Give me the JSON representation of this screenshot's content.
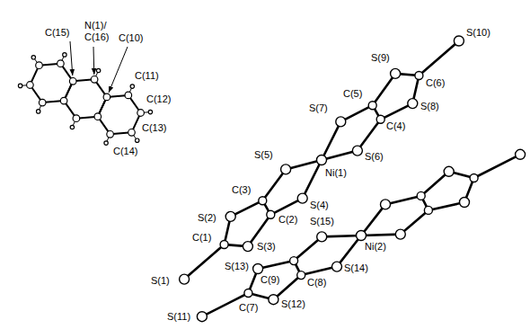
{
  "diagram": {
    "labels": [
      "C(15)",
      "N(1)/ C(16)",
      "C(10)",
      "C(11)",
      "C(12)",
      "C(13)",
      "C(14)",
      "S(10)",
      "S(9)",
      "C(6)",
      "S(8)",
      "C(5)",
      "C(4)",
      "S(7)",
      "S(6)",
      "Ni(1)",
      "S(5)",
      "S(4)",
      "C(3)",
      "C(2)",
      "S(2)",
      "S(3)",
      "C(1)",
      "S(1)",
      "S(15)",
      "Ni(2)",
      "S(14)",
      "C(9)",
      "C(8)",
      "S(13)",
      "S(12)",
      "C(7)",
      "S(11)"
    ]
  }
}
